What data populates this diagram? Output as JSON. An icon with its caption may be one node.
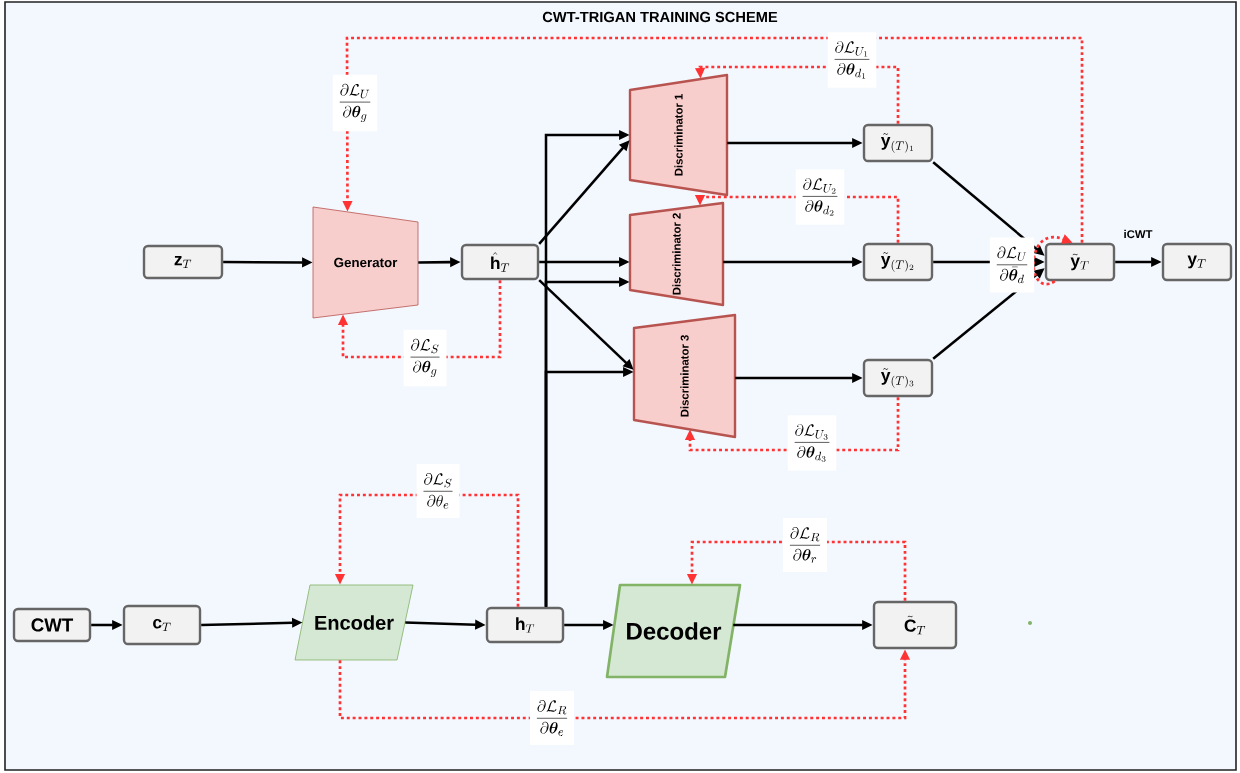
{
  "diagram": {
    "title": "CWT-TRIGAN TRAINING SCHEME",
    "nodes": [
      {
        "text": [
          "\\mathbf{z}_T"
        ]
      },
      {
        "text": [
          "Generator"
        ]
      },
      {
        "text": [
          "\\hat{\\mathbf{h}}_T"
        ]
      },
      {
        "text": [
          "Discriminator 1"
        ]
      },
      {
        "text": [
          "Discriminator 2"
        ]
      },
      {
        "text": [
          "Discriminator 3"
        ]
      },
      {
        "text": [
          "\\tilde{\\mathbf{y}}_{(T)_1}"
        ]
      },
      {
        "text": [
          "\\tilde{\\mathbf{y}}_{(T)_2}"
        ]
      },
      {
        "text": [
          "\\tilde{\\mathbf{y}}_{(T)_3}"
        ]
      },
      {
        "text": [
          "\\tilde{\\mathbf{y}}_T"
        ]
      },
      {
        "text": [
          "\\mathbf{y}_T"
        ]
      },
      {
        "text": [
          "CWT"
        ]
      },
      {
        "text": [
          "\\mathbf{c}_T"
        ]
      },
      {
        "text": [
          "Encoder"
        ]
      },
      {
        "text": [
          "\\mathbf{h}_T"
        ]
      },
      {
        "text": [
          "Decoder"
        ]
      },
      {
        "text": [
          "\\tilde{\\mathbf{C}}_T"
        ]
      }
    ],
    "edges": [
      {
        "from": 0,
        "to": 1,
        "arrow": "to"
      },
      {
        "from": 1,
        "to": 2,
        "arrow": "to"
      },
      {
        "from": 2,
        "to": 3,
        "arrow": "to"
      },
      {
        "from": 2,
        "to": 4,
        "arrow": "to"
      },
      {
        "from": 2,
        "to": 5,
        "arrow": "to"
      },
      {
        "from": 14,
        "to": 3,
        "arrow": "to"
      },
      {
        "from": 14,
        "to": 4,
        "arrow": "to"
      },
      {
        "from": 14,
        "to": 5,
        "arrow": "to"
      },
      {
        "from": 3,
        "to": 6,
        "arrow": "to"
      },
      {
        "from": 4,
        "to": 7,
        "arrow": "to"
      },
      {
        "from": 5,
        "to": 8,
        "arrow": "to"
      },
      {
        "from": 6,
        "to": 9,
        "arrow": "to"
      },
      {
        "from": 7,
        "to": 9,
        "arrow": "to"
      },
      {
        "from": 8,
        "to": 9,
        "arrow": "to"
      },
      {
        "from": 9,
        "to": 10,
        "arrow": "to",
        "label": "iCWT"
      },
      {
        "from": 11,
        "to": 12,
        "arrow": "to"
      },
      {
        "from": 12,
        "to": 13,
        "arrow": "to"
      },
      {
        "from": 13,
        "to": 14,
        "arrow": "to"
      },
      {
        "from": 14,
        "to": 15,
        "arrow": "to"
      },
      {
        "from": 15,
        "to": 16,
        "arrow": "to"
      },
      {
        "from": 9,
        "to": 1,
        "arrow": "to",
        "style": "dashed",
        "color": "#ff3333",
        "label": "\\frac{\\partial \\mathcal{L}_U}{\\partial \\boldsymbol{\\theta}_g}"
      },
      {
        "from": 6,
        "to": 3,
        "arrow": "to",
        "style": "dashed",
        "color": "#ff3333",
        "label": "\\frac{\\partial \\mathcal{L}_{U_1}}{\\partial \\boldsymbol{\\theta}_{d_1}}"
      },
      {
        "from": 7,
        "to": 4,
        "arrow": "to",
        "style": "dashed",
        "color": "#ff3333",
        "label": "\\frac{\\partial \\mathcal{L}_{U_2}}{\\partial \\boldsymbol{\\theta}_{d_2}}"
      },
      {
        "from": 8,
        "to": 5,
        "arrow": "to",
        "style": "dashed",
        "color": "#ff3333",
        "label": "\\frac{\\partial \\mathcal{L}_{U_3}}{\\partial \\boldsymbol{\\theta}_{d_3}}"
      },
      {
        "from": 2,
        "to": 1,
        "arrow": "to",
        "style": "dashed",
        "color": "#ff3333",
        "label": "\\frac{\\partial \\mathcal{L}_S}{\\partial \\boldsymbol{\\theta}_g}"
      },
      {
        "from": 14,
        "to": 13,
        "arrow": "to",
        "style": "dashed",
        "color": "#ff3333",
        "label": "\\frac{\\partial \\mathcal{L}_S}{\\partial \\theta_e}"
      },
      {
        "from": 16,
        "to": 15,
        "arrow": "to",
        "style": "dashed",
        "color": "#ff3333",
        "label": "\\frac{\\partial \\mathcal{L}_R}{\\partial \\boldsymbol{\\theta}_r}"
      },
      {
        "from": 13,
        "to": 16,
        "arrow": "to",
        "style": "dashed",
        "color": "#ff3333",
        "label": "\\frac{\\partial \\mathcal{L}_R}{\\partial \\boldsymbol{\\theta}_e}"
      },
      {
        "from": 9,
        "to": 9,
        "arrow": "to",
        "style": "dashed",
        "color": "#ff3333",
        "label": "\\frac{\\partial \\mathcal{L}_U}{\\partial \\bar{\\boldsymbol{\\theta}}_d}"
      }
    ]
  }
}
